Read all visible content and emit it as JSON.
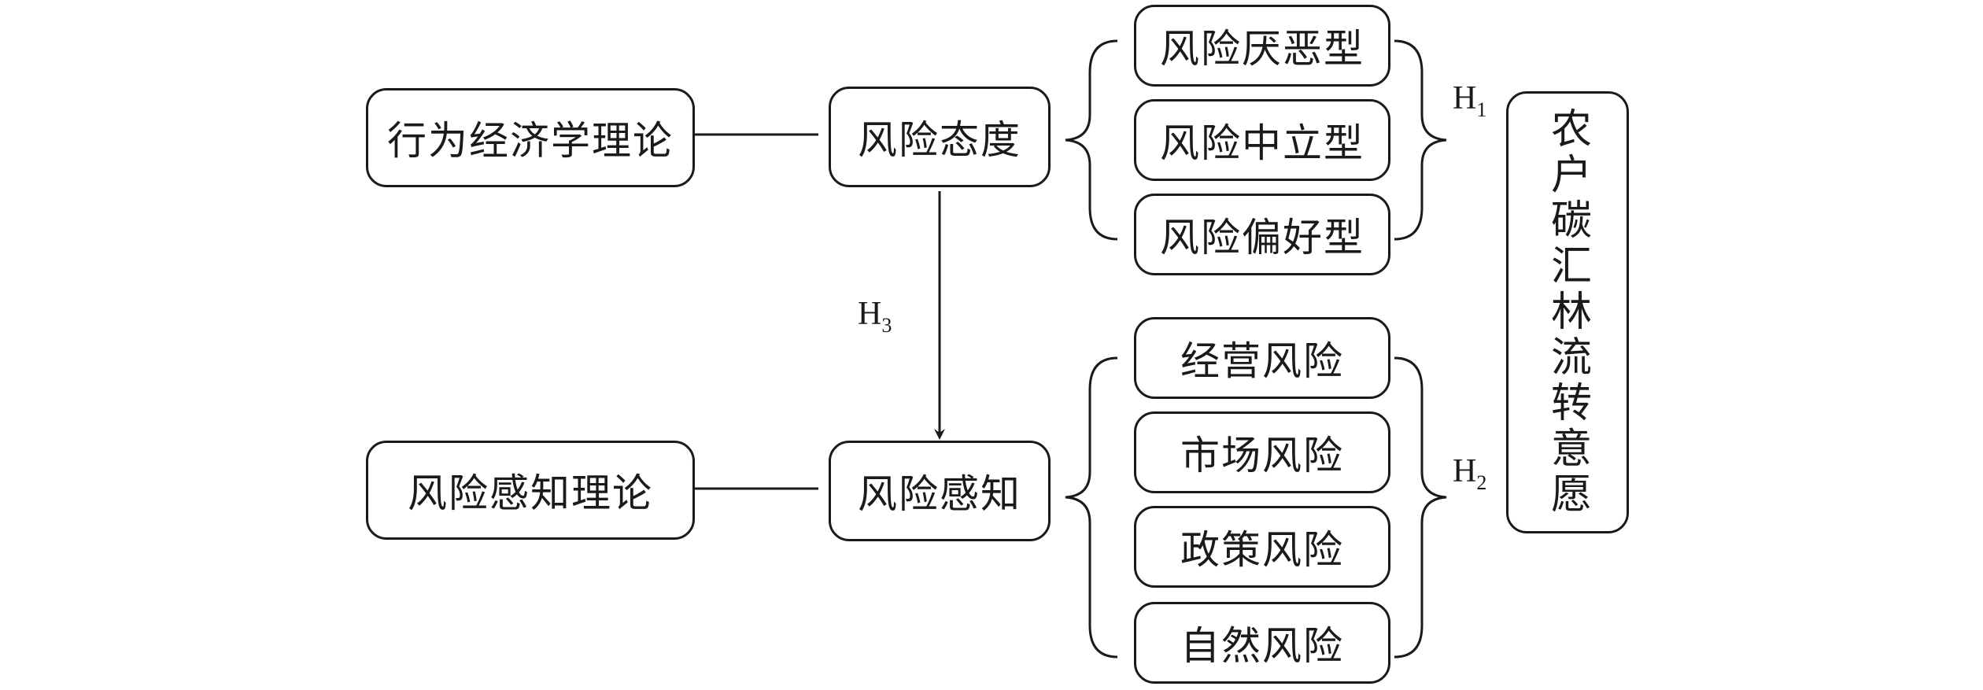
{
  "theories": {
    "behavioral_economics": "行为经济学理论",
    "risk_perception_theory": "风险感知理论"
  },
  "constructs": {
    "risk_attitude": "风险态度",
    "risk_perception": "风险感知"
  },
  "attitude_types": [
    "风险厌恶型",
    "风险中立型",
    "风险偏好型"
  ],
  "perception_types": [
    "经营风险",
    "市场风险",
    "政策风险",
    "自然风险"
  ],
  "outcome": "农户碳汇林流转意愿",
  "hypotheses": {
    "h1": {
      "letter": "H",
      "sub": "1"
    },
    "h2": {
      "letter": "H",
      "sub": "2"
    },
    "h3": {
      "letter": "H",
      "sub": "3"
    }
  }
}
